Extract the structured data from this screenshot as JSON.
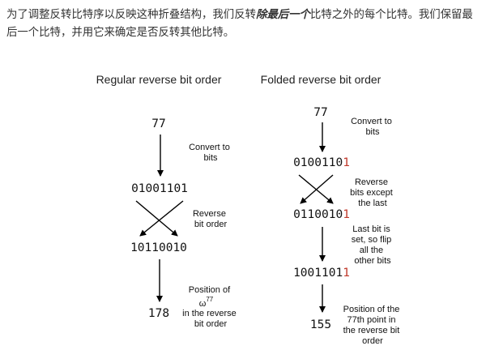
{
  "intro": {
    "part1": "为了调整反转比特序以反映这种折叠结构，我们反转",
    "emphasis": "除最后一个",
    "part2": "比特之外的每个比特。我们保留最后一个比特，并用它来确定是否反转其他比特。"
  },
  "left": {
    "title": "Regular reverse bit order",
    "value_initial": "77",
    "bits": "01001101",
    "reversed_bits": "10110010",
    "result": "178",
    "note_convert": [
      "Convert to",
      "bits"
    ],
    "note_reverse": [
      "Reverse",
      "bit order"
    ],
    "note_position": {
      "line1": "Position of",
      "omega": "ω",
      "superscript": "77",
      "line3": "in the reverse",
      "line4": "bit order"
    }
  },
  "right": {
    "title": "Folded reverse bit order",
    "value_initial": "77",
    "bits_prefix": "0100110",
    "bits_last": "1",
    "reversed_prefix": "0110010",
    "reversed_last": "1",
    "flipped_prefix": "1001101",
    "flipped_last": "1",
    "result": "155",
    "note_convert": [
      "Convert to",
      "bits"
    ],
    "note_reverse": [
      "Reverse",
      "bits except",
      "the last"
    ],
    "note_flip": [
      "Last bit is",
      "set, so flip",
      "all the",
      "other bits"
    ],
    "note_position": [
      "Position of the",
      "77th point in",
      "the reverse bit",
      "order"
    ]
  },
  "colors": {
    "highlight_bit": "#c0392b",
    "arrow": "#000000"
  }
}
